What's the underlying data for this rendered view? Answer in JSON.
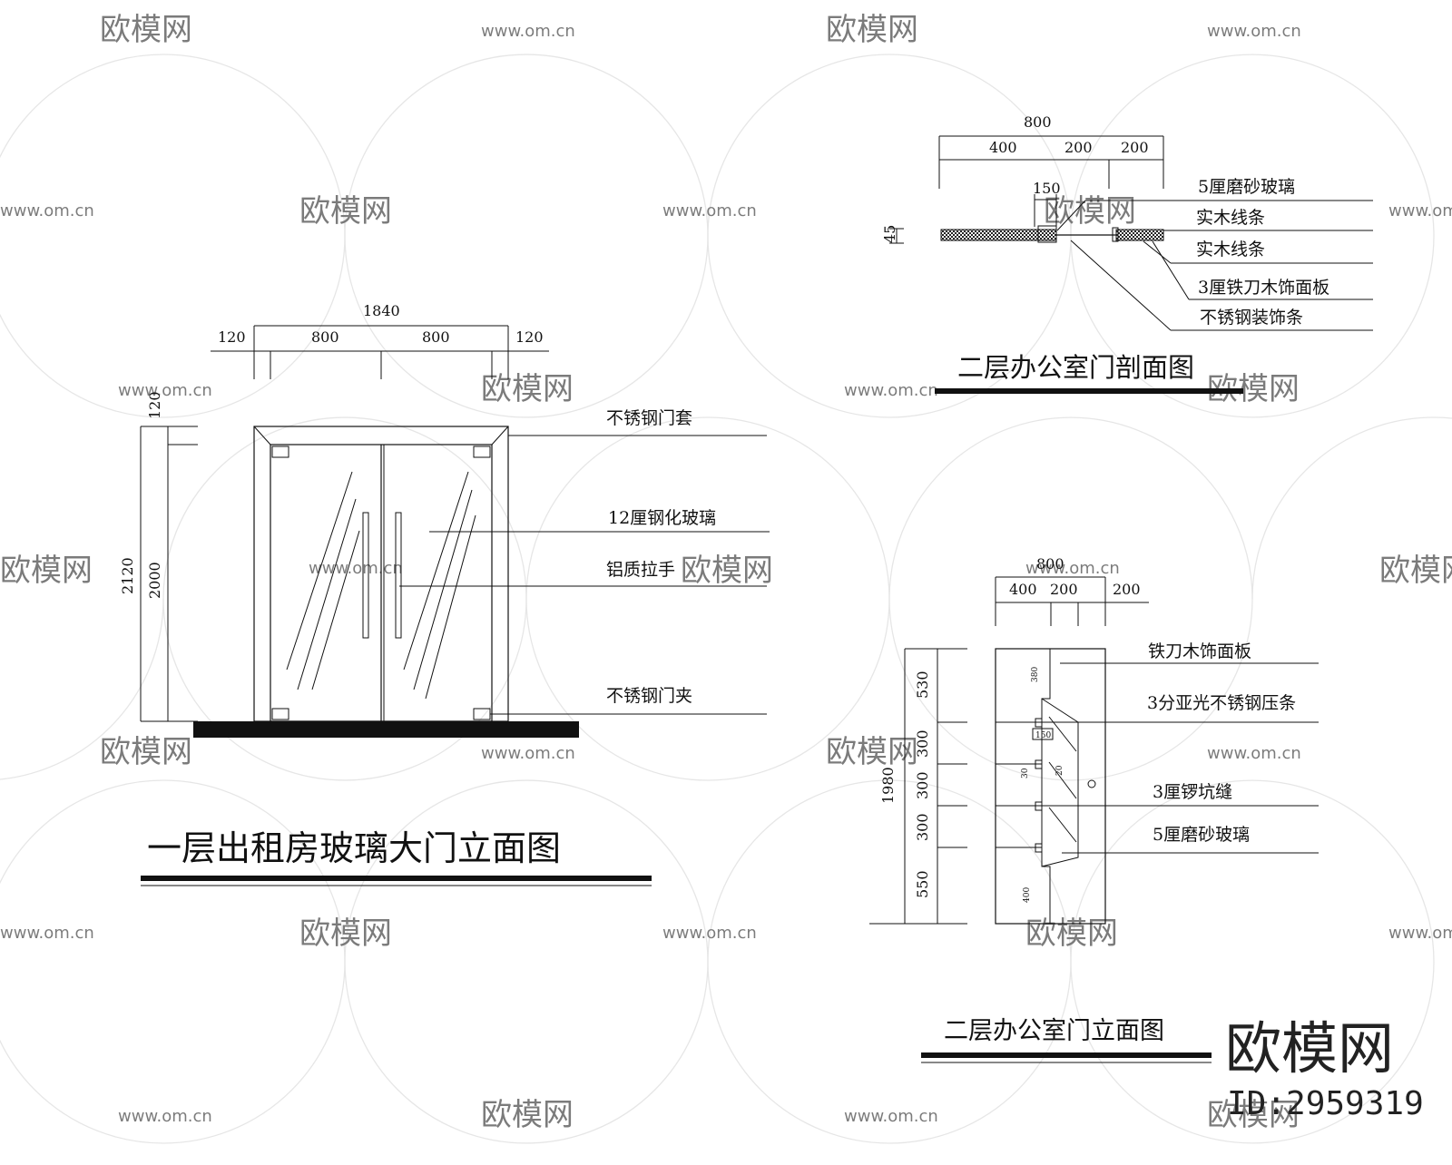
{
  "watermark": {
    "logo_text": "欧模网",
    "url_text": "www.om.cn"
  },
  "drawing1": {
    "title": "一层出租房玻璃大门立面图",
    "dims_top": {
      "total": "1840",
      "seg1": "120",
      "seg2": "800",
      "seg3": "800",
      "seg4": "120"
    },
    "dims_left": {
      "total": "2120",
      "top": "120",
      "door": "2000"
    },
    "callouts": [
      "不锈钢门套",
      "12厘钢化玻璃",
      "铝质拉手",
      "不锈钢门夹"
    ]
  },
  "drawing2": {
    "title": "二层办公室门剖面图",
    "dims_top": {
      "total": "800",
      "seg1": "400",
      "seg2": "200",
      "seg3": "200",
      "inner": "150"
    },
    "dim_left": "45",
    "callouts": [
      "5厘磨砂玻璃",
      "实木线条",
      "实木线条",
      "3厘铁刀木饰面板",
      "不锈钢装饰条"
    ]
  },
  "drawing3": {
    "title": "二层办公室门立面图",
    "dims_top": {
      "total": "800",
      "seg1": "400",
      "seg2": "200",
      "seg3": "200"
    },
    "dims_left": {
      "total": "1980",
      "a": "530",
      "b": "300",
      "c": "300",
      "d": "300",
      "e": "550"
    },
    "small_dims": {
      "top": "380",
      "s150": "150",
      "s30": "30",
      "s20": "20",
      "bottom": "400"
    },
    "callouts": [
      "铁刀木饰面板",
      "3分亚光不锈钢压条",
      "3厘锣坑缝",
      "5厘磨砂玻璃"
    ]
  },
  "brand": {
    "name": "欧模网",
    "id": "ID:2959319"
  },
  "colors": {
    "line": "#111111",
    "watermark": "#c8c8c8",
    "background": "#ffffff"
  }
}
